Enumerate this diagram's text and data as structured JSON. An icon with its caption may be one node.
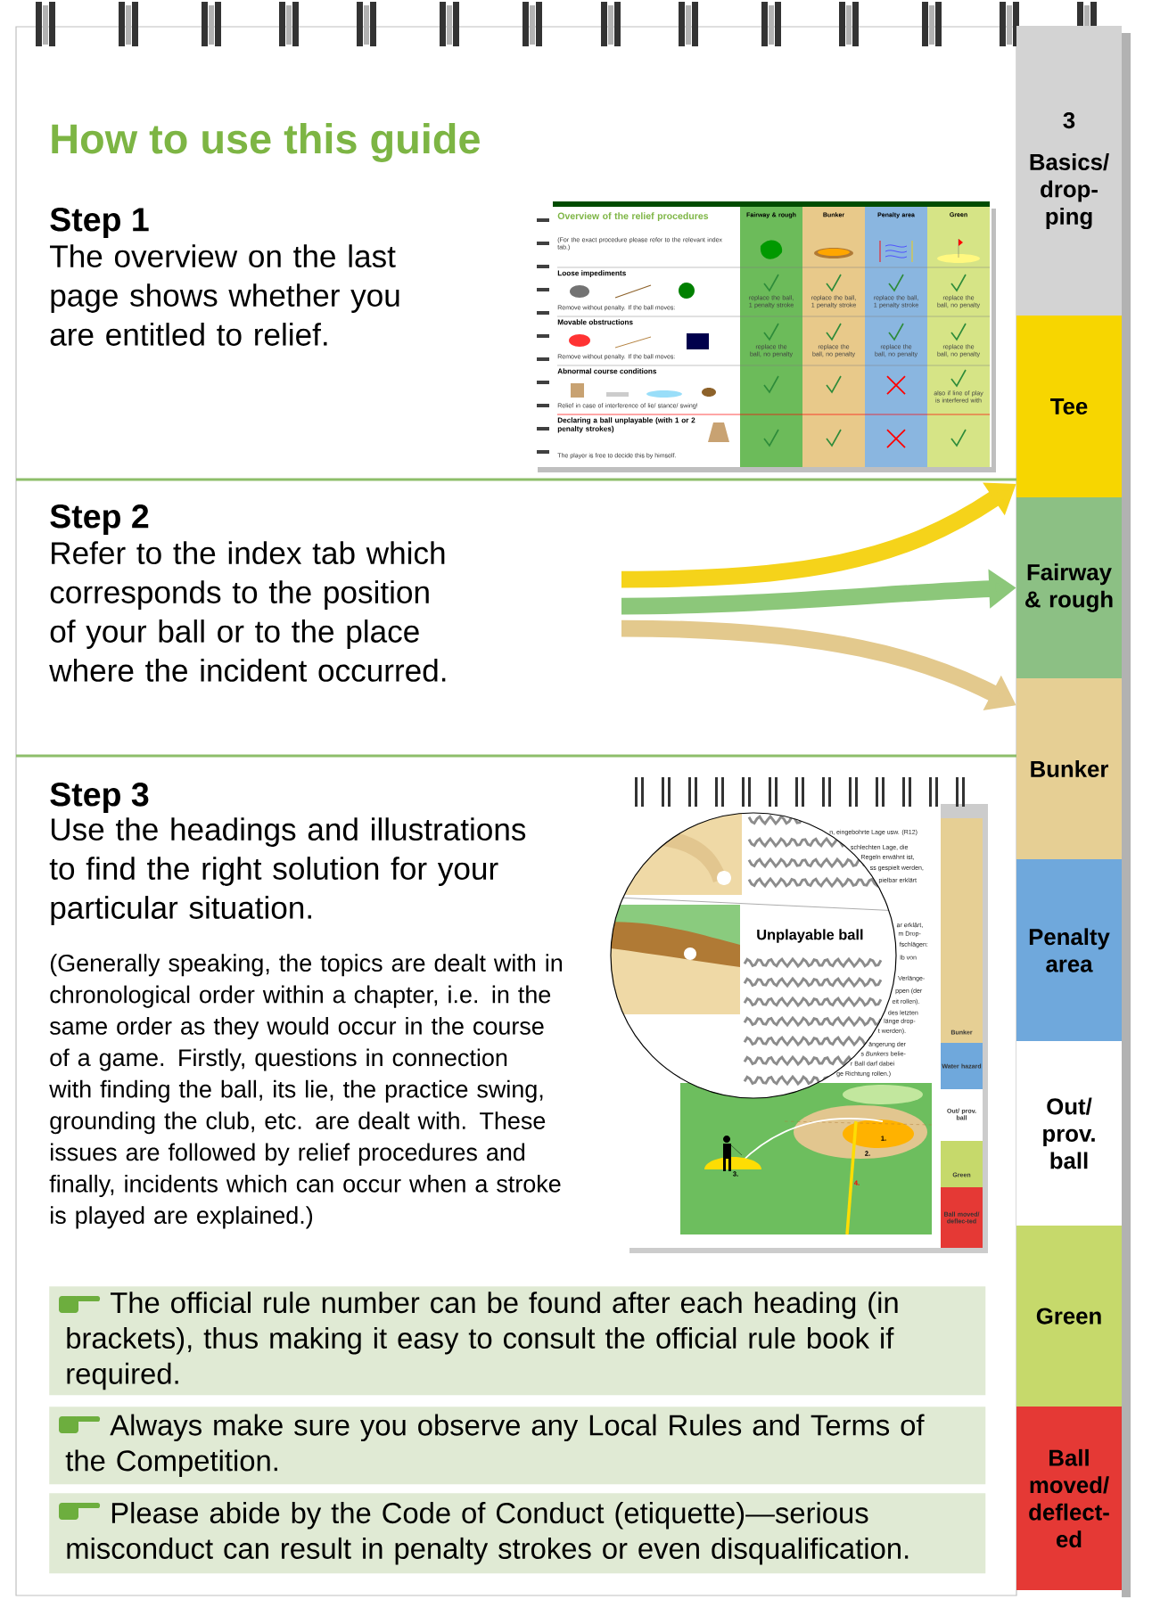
{
  "diagram": {
    "title": "How to use this guide",
    "nodes": [
      {
        "text": [
          "3",
          "Basics/ drop-ping"
        ]
      },
      {
        "text": [
          "Tee"
        ]
      },
      {
        "text": [
          "Fairway & rough"
        ]
      },
      {
        "text": [
          "Bunker"
        ]
      },
      {
        "text": [
          "Penalty area"
        ]
      },
      {
        "text": [
          "Out/ prov. ball"
        ]
      },
      {
        "text": [
          "Green"
        ]
      },
      {
        "text": [
          "Ball moved/ deflect-ed"
        ]
      },
      {
        "text": [
          "The official rule number can be found after each heading (in brackets), thus making it easy to consult the official rule book if required."
        ]
      },
      {
        "text": [
          "Always make sure you observe any Local Rules and Terms of the Competition."
        ]
      },
      {
        "text": [
          "Please abide by the Code of Conduct (etiquette)—serious misconduct can result in penalty strokes or even disqualification."
        ]
      }
    ],
    "edges": [
      {
        "from": null,
        "to": 1,
        "arrow": "to",
        "color": "#f5d31a"
      },
      {
        "from": null,
        "to": 2,
        "arrow": "to",
        "color": "#8cc77a"
      },
      {
        "from": null,
        "to": 3,
        "arrow": "to",
        "color": "#e3c98d"
      }
    ],
    "labels": [
      "Step 1",
      "The overview on the last page shows whether you are entitled to relief.",
      "Step 2",
      "Refer to the index tab which corresponds to the position of your ball or to the place where the incident occurred.",
      "Step 3",
      "Use the headings and illustrations to find the right solution for your particular situation.",
      "(Generally speaking, the topics are dealt with in chronological order within a chapter, i.e. in the same order as they would occur in the course of a game. Firstly, questions in connection with finding the ball, its lie, the practice swing, grounding the club, etc. are dealt with. These issues are followed by relief procedures and finally, incidents which can occur when a stroke is played are explained.)",
      "Overview of the relief procedures",
      "Fairway & rough",
      "Bunker",
      "Penalty area",
      "Green",
      "(For the exact procedure please refer to the relevant index tab.)",
      "Loose impediments",
      "Remove without penalty. If the ball moves:",
      "replace the ball, 1 penalty stroke",
      "replace the ball, 1 penalty stroke",
      "replace the ball, 1 penalty stroke",
      "replace the ball, no penalty",
      "Movable obstructions",
      "Remove without penalty. If the ball moves:",
      "replace the ball, no penalty",
      "replace the ball, no penalty",
      "replace the ball, no penalty",
      "replace the ball, no penalty",
      "Abnormal course conditions",
      "Relief in case of interference of lie/ stance/ swing!",
      "also if line of play is interfered with",
      "Declaring a ball unplayable (with 1 or 2 penalty strokes)",
      "The player is free to decide this by himself.",
      "n, eingebohrte Lage usw. (R12)",
      "schlechten Lage, die",
      "Regeln erwähnt ist,",
      "ss gespielt werden,",
      "pielbar erklärt",
      "ar erklärt,",
      "m Drop-",
      "fschlägen:",
      "lb von",
      "Verlänge-",
      "ppen (der",
      "eit rollen).",
      "des letzten",
      "länge drop-",
      "t werden).",
      "ängerung der",
      "s *Bunkers* belie-",
      "r Ball darf dabei",
      "ge Richtung rollen.)",
      "Unplayable ball",
      "1.",
      "2.",
      "3.",
      "4.",
      "Bunker",
      "Water hazard",
      "Out/ prov. ball",
      "Green",
      "Ball moved/ deflec-ted"
    ]
  }
}
